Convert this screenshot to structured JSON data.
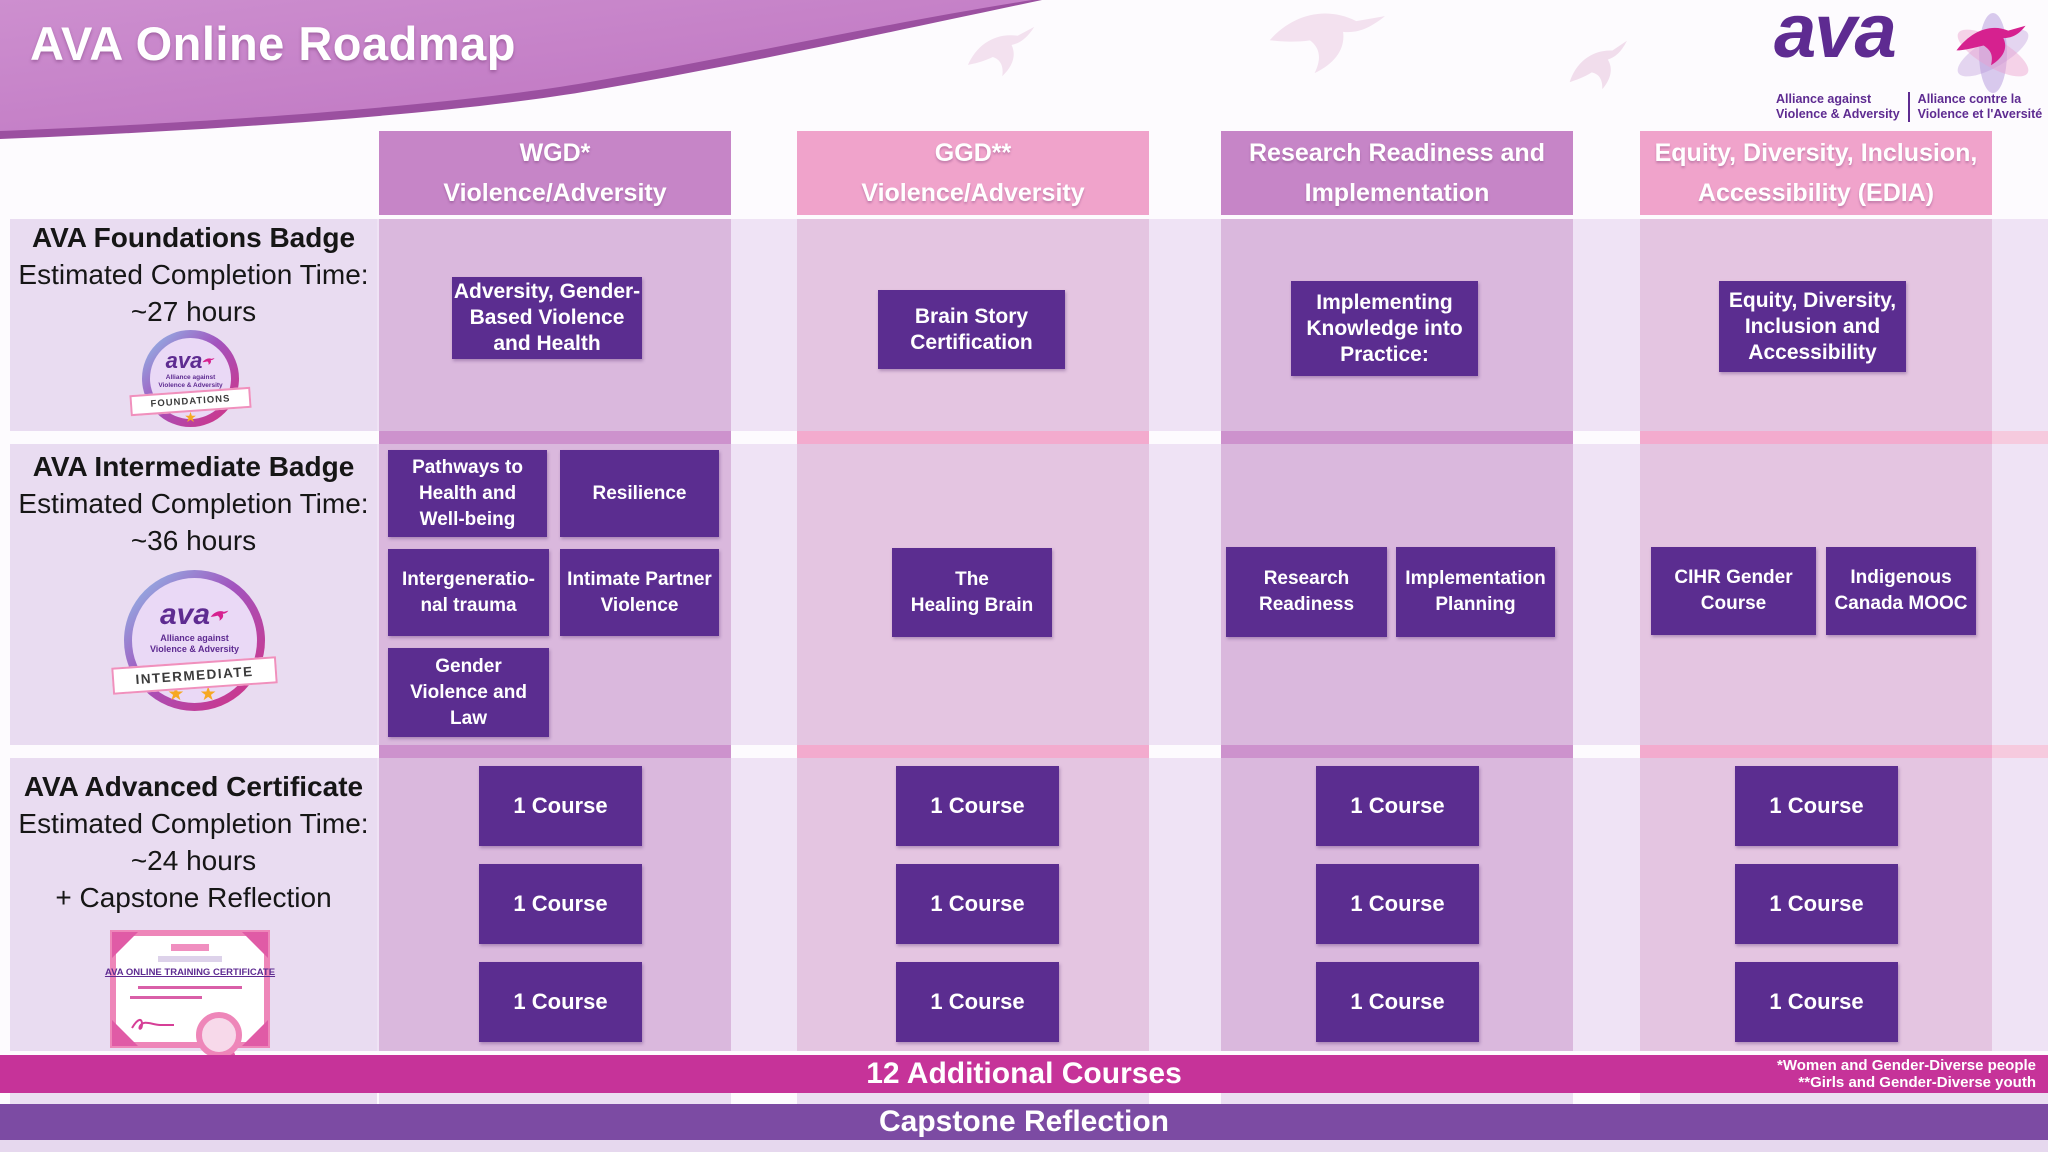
{
  "title": "AVA Online Roadmap",
  "logo": {
    "wordmark": "ava",
    "en1": "Alliance against",
    "en2": "Violence & Adversity",
    "fr1": "Alliance contre la",
    "fr2": "Violence et l'Aversité"
  },
  "columns": [
    {
      "line1": "WGD*",
      "line2": "Violence/Adversity"
    },
    {
      "line1": "GGD**",
      "line2": "Violence/Adversity"
    },
    {
      "line1": "Research Readiness and",
      "line2": "Implementation"
    },
    {
      "line1": "Equity, Diversity, Inclusion,",
      "line2": "Accessibility (EDIA)"
    }
  ],
  "row_labels": [
    {
      "title": "AVA Foundations Badge",
      "subtitle": "Estimated Completion Time:",
      "time": "~27 hours"
    },
    {
      "title": "AVA Intermediate Badge",
      "subtitle": "Estimated Completion Time:",
      "time": "~36 hours"
    },
    {
      "title": "AVA Advanced Certificate",
      "subtitle": "Estimated Completion Time:",
      "time": "~24 hours",
      "extra": "+ Capstone Reflection"
    }
  ],
  "badges": [
    {
      "label": "FOUNDATIONS",
      "stars": "★"
    },
    {
      "label": "INTERMEDIATE",
      "stars": "★ ★"
    }
  ],
  "badge_logo": {
    "wordmark": "ava",
    "line1": "Alliance against",
    "line2": "Violence & Adversity"
  },
  "certificate": {
    "title": "AVA ONLINE TRAINING CERTIFICATE"
  },
  "courses": {
    "foundations": {
      "wgd": [
        "Adversity, Gender-\nBased Violence\nand Health"
      ],
      "ggd": [
        "Brain Story\nCertification"
      ],
      "rri": [
        "Implementing\nKnowledge into\nPractice:"
      ],
      "edia": [
        "Equity, Diversity,\nInclusion and\nAccessibility"
      ]
    },
    "intermediate": {
      "wgd": [
        "Pathways to\nHealth and\nWell-being",
        "Resilience",
        "Intergeneratio-\nnal trauma",
        "Intimate Partner\nViolence",
        "Gender\nViolence and\nLaw"
      ],
      "ggd": [
        "The\nHealing Brain"
      ],
      "rri": [
        "Research\nReadiness",
        "Implementation\nPlanning"
      ],
      "edia": [
        "CIHR Gender\nCourse",
        "Indigenous\nCanada MOOC"
      ]
    },
    "advanced": {
      "wgd": [
        "1 Course",
        "1 Course",
        "1 Course"
      ],
      "ggd": [
        "1 Course",
        "1 Course",
        "1 Course"
      ],
      "rri": [
        "1 Course",
        "1 Course",
        "1 Course"
      ],
      "edia": [
        "1 Course",
        "1 Course",
        "1 Course"
      ]
    }
  },
  "footer": {
    "additional": "12 Additional Courses",
    "capstone": "Capstone Reflection",
    "footnote1": "*Women and Gender-Diverse people",
    "footnote2": "**Girls and Gender-Diverse youth"
  },
  "colors": {
    "header_mauve": "#c685c7",
    "header_pink": "#f0a3cb",
    "column_mauve": "#dab8dd",
    "column_pink": "#e4c5e1",
    "course_box": "#5b2d90",
    "bar_magenta": "#c63399",
    "bar_purple": "#7c4ba3",
    "banner": "#c583c7",
    "logo_purple": "#5e2b91",
    "logo_magenta": "#d6218f",
    "star": "#f6a823"
  }
}
